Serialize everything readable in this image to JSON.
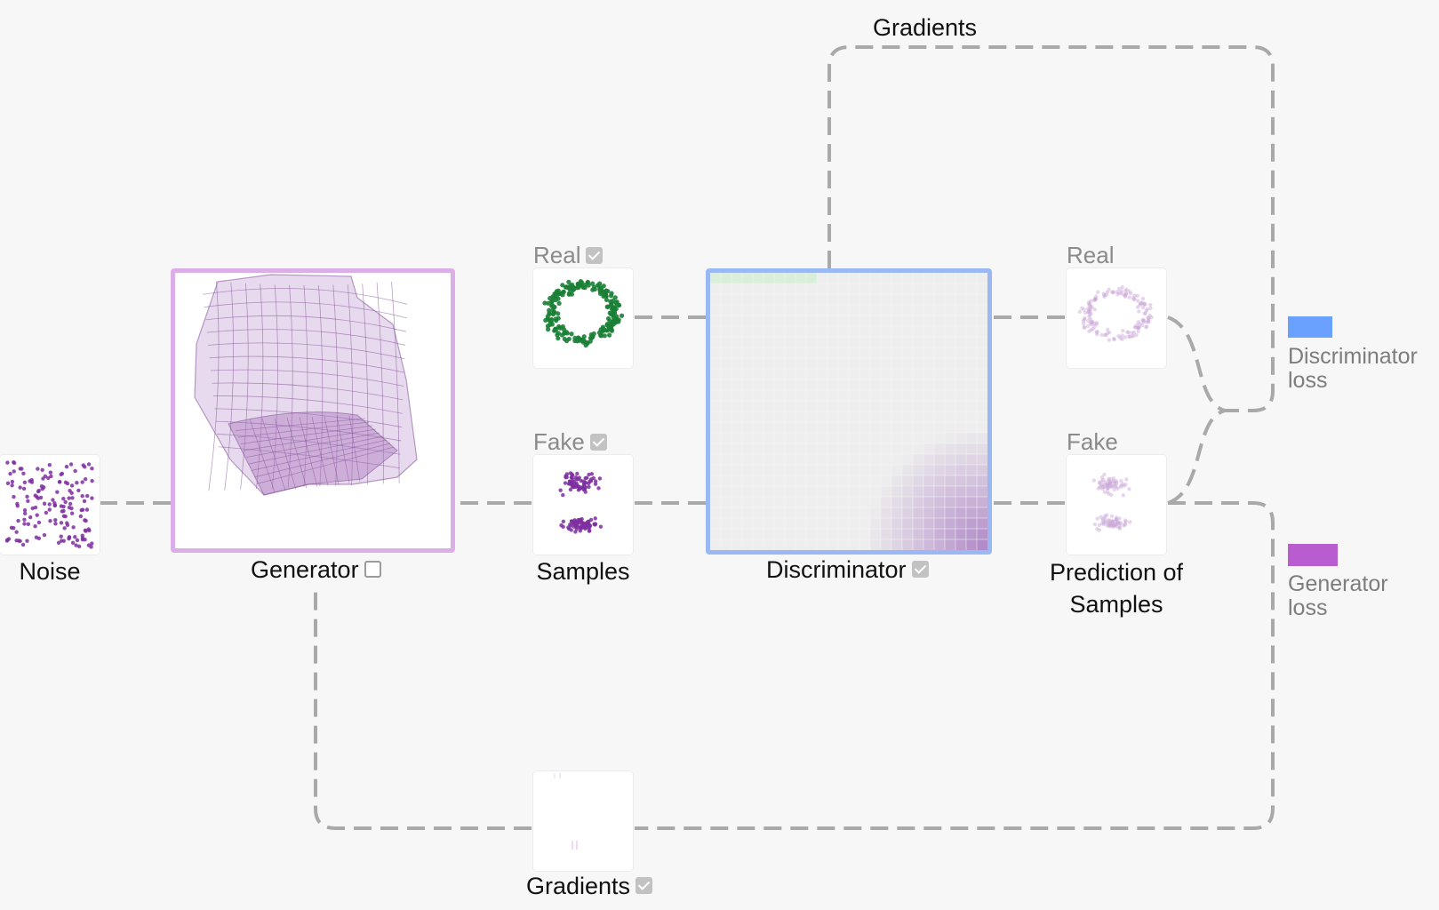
{
  "gradients_top_label": "Gradients",
  "noise": {
    "label": "Noise"
  },
  "generator": {
    "label": "Generator",
    "checked": false
  },
  "samples": {
    "label": "Samples",
    "real_label": "Real",
    "fake_label": "Fake",
    "real_checked": true,
    "fake_checked": true
  },
  "discriminator": {
    "label": "Discriminator",
    "checked": true
  },
  "prediction": {
    "label_line1": "Prediction of",
    "label_line2": "Samples",
    "real_label": "Real",
    "fake_label": "Fake"
  },
  "gradients_bottom": {
    "label": "Gradients",
    "checked": true
  },
  "legend": {
    "discriminator_loss": "Discriminator\nloss",
    "generator_loss": "Generator\nloss",
    "discriminator_color": "#6aa0ff",
    "generator_color": "#b85ccf"
  },
  "colors": {
    "real_points": "#1a7f35",
    "fake_points": "#7e2fa0",
    "generator_border": "#dcaee8",
    "discriminator_border": "#9ab8f4",
    "wire": "#a9a9a9"
  }
}
